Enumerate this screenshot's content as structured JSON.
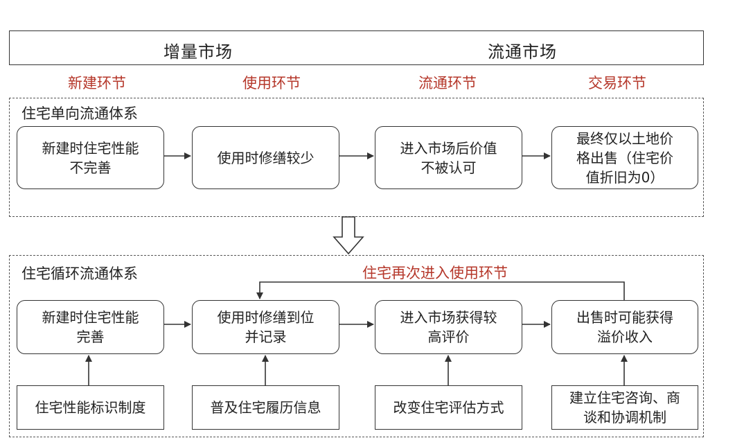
{
  "markets": {
    "incremental": "增量市场",
    "circulation": "流通市场"
  },
  "stages": [
    "新建环节",
    "使用环节",
    "流通环节",
    "交易环节"
  ],
  "one_way_system": {
    "title": "住宅单向流通体系",
    "boxes": [
      "新建时住宅性能\n不完善",
      "使用时修缮较少",
      "进入市场后价值\n不被认可",
      "最终仅以土地价\n格出售（住宅价\n值折旧为0）"
    ]
  },
  "cycle_system": {
    "title": "住宅循环流通体系",
    "loop_label": "住宅再次进入使用环节",
    "boxes": [
      "新建时住宅性能\n完善",
      "使用时修缮到位\n并记录",
      "进入市场获得较\n高评价",
      "出售时可能获得\n溢价收入"
    ],
    "measures": [
      "住宅性能标识制度",
      "普及住宅履历信息",
      "改变住宅评估方式",
      "建立住宅咨询、商\n谈和协调机制"
    ]
  },
  "colors": {
    "stage_text": "#b5372a",
    "line": "#333333"
  }
}
